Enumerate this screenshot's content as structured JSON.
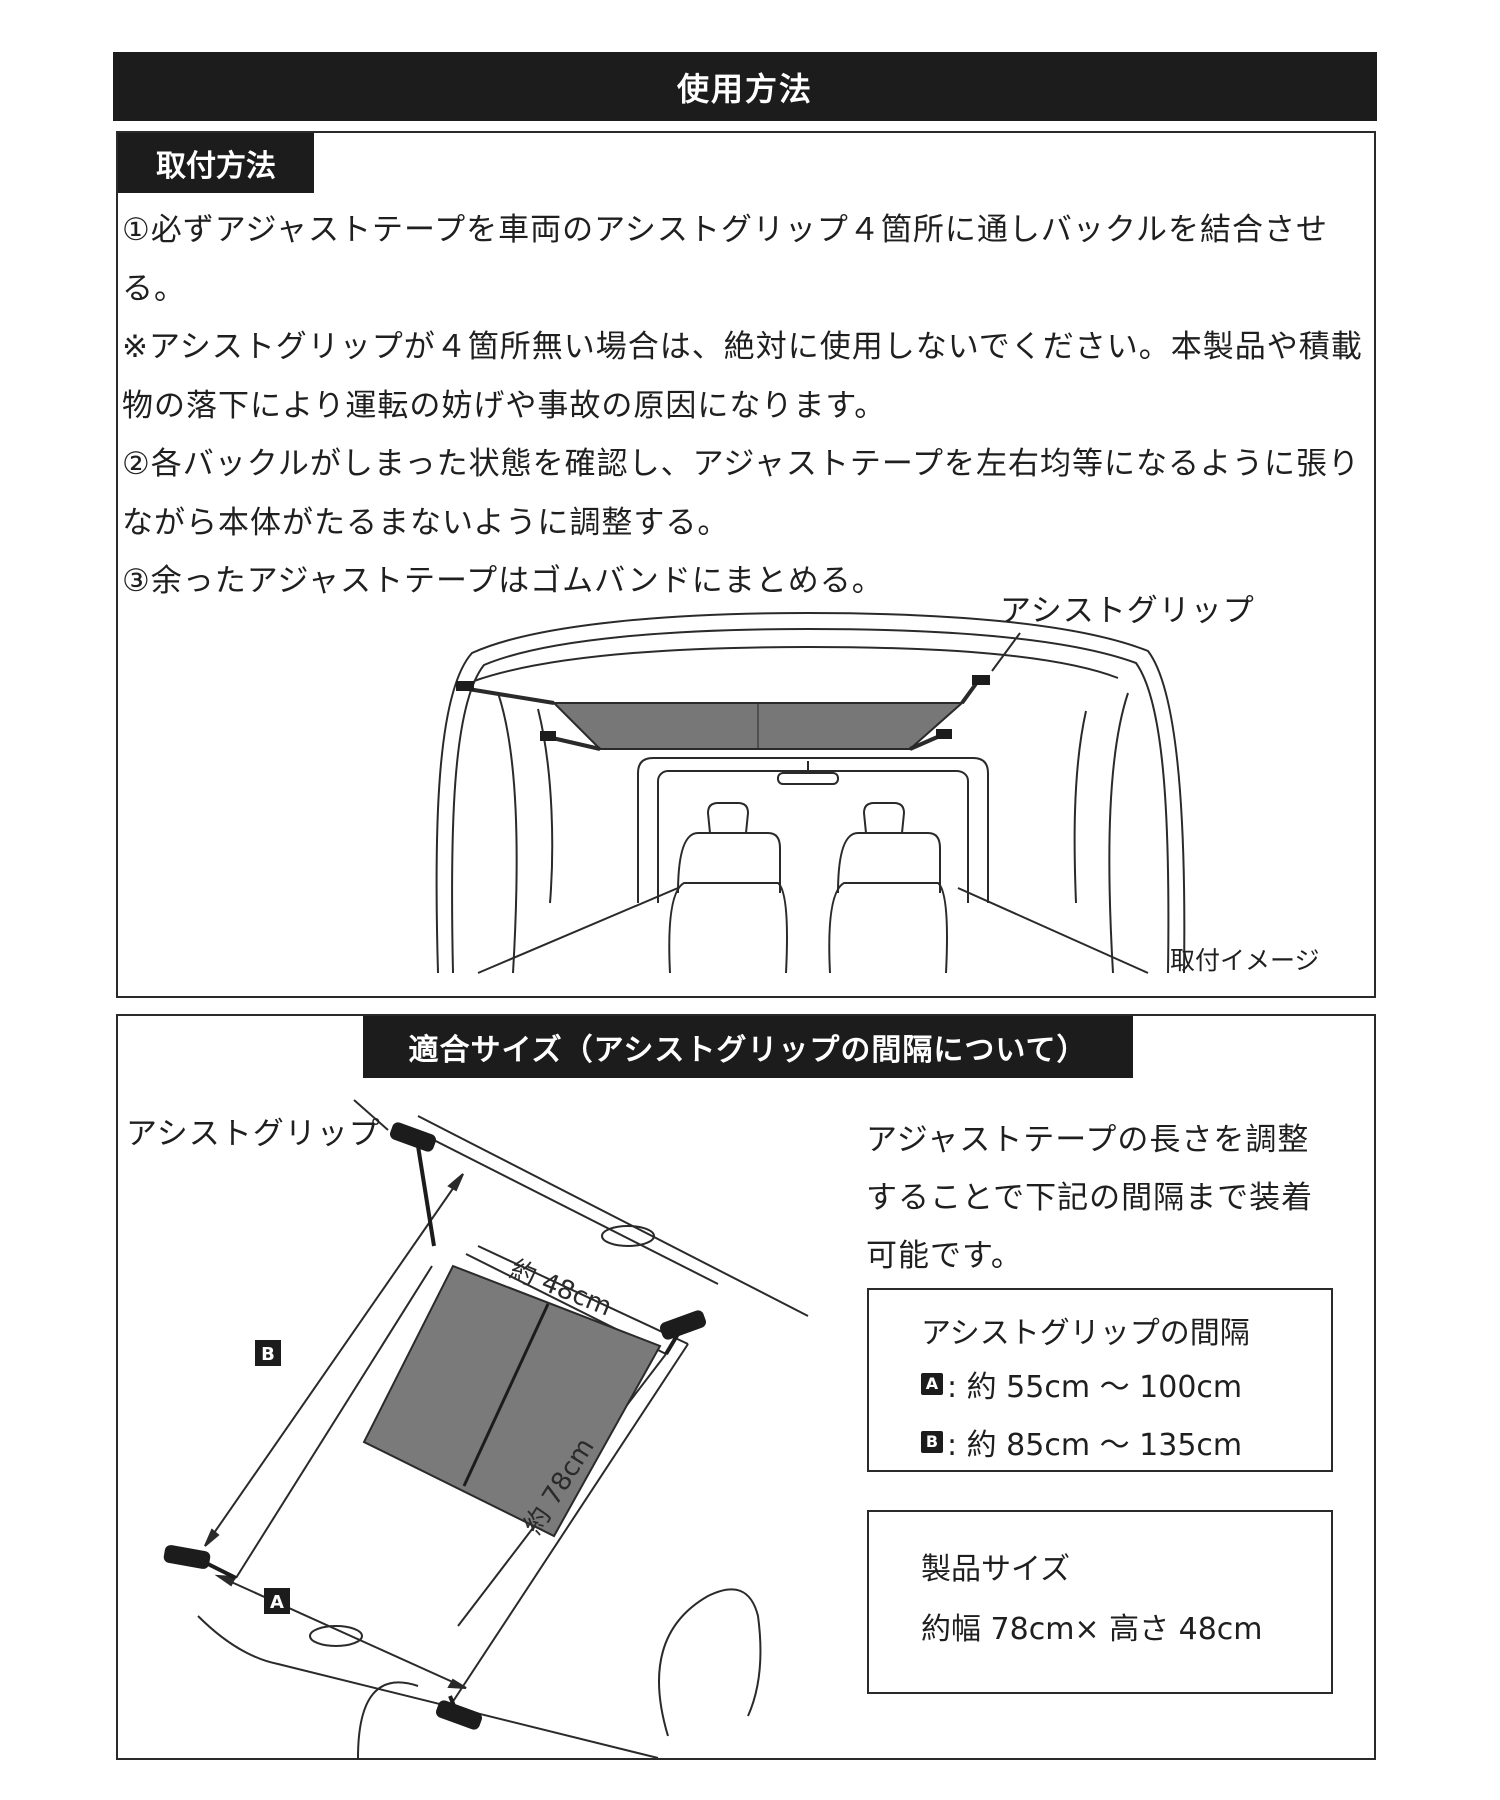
{
  "header": {
    "title": "使用方法"
  },
  "install": {
    "tab_label": "取付方法",
    "paragraphs": [
      "①必ずアジャストテープを車両のアシストグリップ４箇所に通しバックルを結合させる。",
      "※アシストグリップが４箇所無い場合は、絶対に使用しないでください。本製品や積載物の落下により運転の妨げや事故の原因になります。",
      "②各バックルがしまった状態を確認し、アジャストテープを左右均等になるように張りながら本体がたるまないように調整する。",
      "③余ったアジャストテープはゴムバンドにまとめる。"
    ],
    "grip_label": "アシストグリップ",
    "image_caption": "取付イメージ"
  },
  "fit": {
    "tab_label": "適合サイズ（アシストグリップの間隔について）",
    "grip_label": "アシストグリップ",
    "description": "アジャストテープの長さを調整することで下記の間隔まで装着可能です。",
    "width_label": "約 48cm",
    "length_label": "約 78cm",
    "marker_a": "A",
    "marker_b": "B",
    "spacing": {
      "title": "アシストグリップの間隔",
      "a_value": ": 約 55cm 〜 100cm",
      "b_value": ": 約 85cm 〜 135cm"
    },
    "product": {
      "title": "製品サイズ",
      "value": "約幅 78cm× 高さ 48cm"
    }
  },
  "colors": {
    "dark": "#1c1c1c",
    "net": "#7a7a7a"
  }
}
